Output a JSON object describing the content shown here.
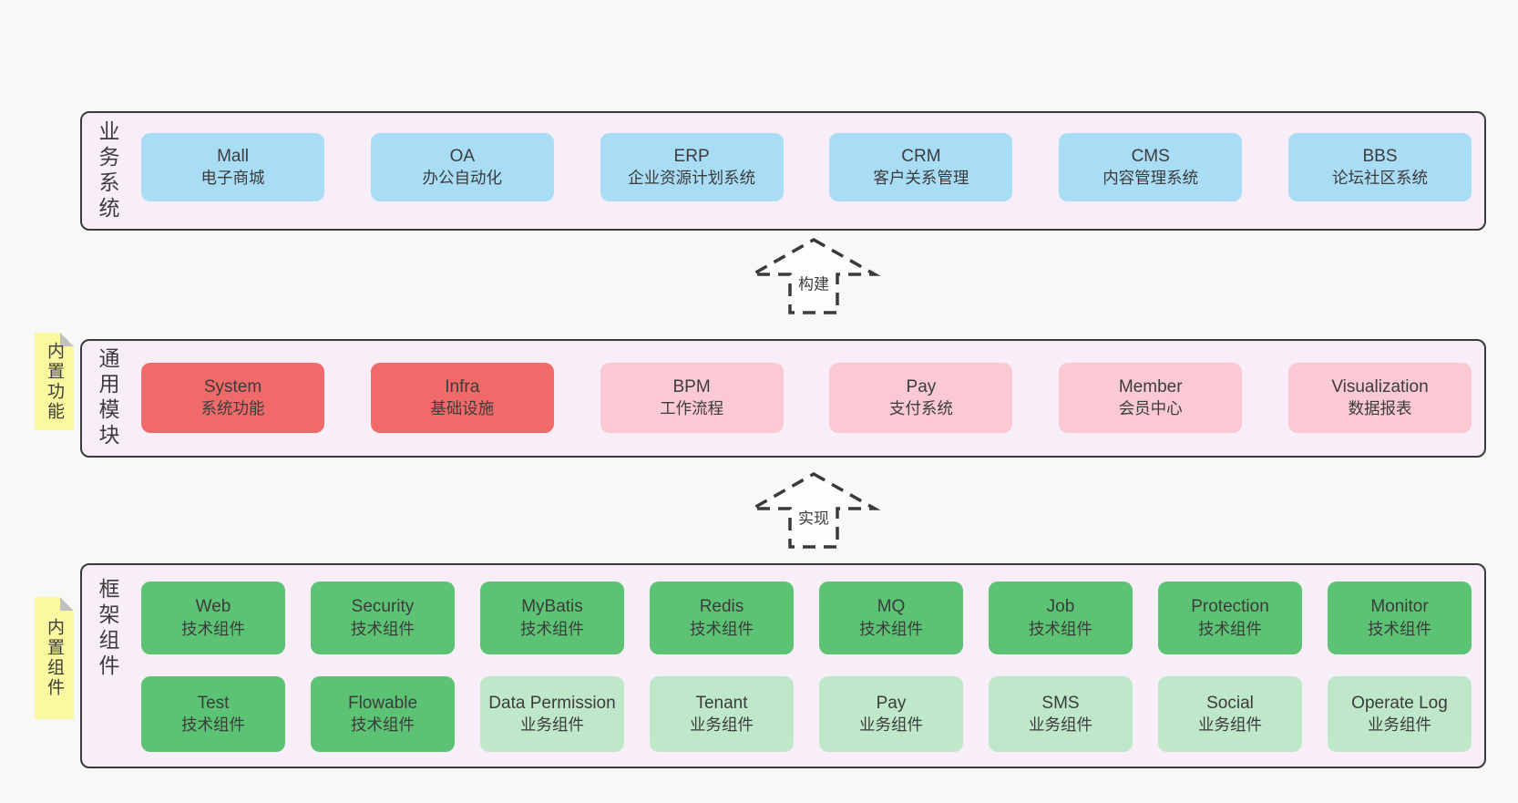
{
  "colors": {
    "page_background": "#f8f8f8",
    "panel_background": "#f8eef7",
    "panel_border": "#3a3a3a",
    "blue": "#a9dcf5",
    "red": "#f06a6a",
    "pink": "#fbc9d3",
    "green": "#5cc374",
    "lightgreen": "#bfe7c9",
    "note_background": "#fbf9a0",
    "note_fold": "#c2c2c2",
    "text": "#3c3c3c"
  },
  "arrows": [
    {
      "label": "构建"
    },
    {
      "label": "实现"
    }
  ],
  "sections": [
    {
      "id": "business",
      "label": "业务系统",
      "note": "",
      "rows": [
        {
          "boxes": [
            {
              "name": "Mall",
              "desc": "电子商城",
              "variant": "blue"
            },
            {
              "name": "OA",
              "desc": "办公自动化",
              "variant": "blue"
            },
            {
              "name": "ERP",
              "desc": "企业资源计划系统",
              "variant": "blue"
            },
            {
              "name": "CRM",
              "desc": "客户关系管理",
              "variant": "blue"
            },
            {
              "name": "CMS",
              "desc": "内容管理系统",
              "variant": "blue"
            },
            {
              "name": "BBS",
              "desc": "论坛社区系统",
              "variant": "blue"
            }
          ]
        }
      ]
    },
    {
      "id": "common",
      "label": "通用模块",
      "note": "内置功能",
      "rows": [
        {
          "boxes": [
            {
              "name": "System",
              "desc": "系统功能",
              "variant": "red"
            },
            {
              "name": "Infra",
              "desc": "基础设施",
              "variant": "red"
            },
            {
              "name": "BPM",
              "desc": "工作流程",
              "variant": "pink"
            },
            {
              "name": "Pay",
              "desc": "支付系统",
              "variant": "pink"
            },
            {
              "name": "Member",
              "desc": "会员中心",
              "variant": "pink"
            },
            {
              "name": "Visualization",
              "desc": "数据报表",
              "variant": "pink"
            }
          ]
        }
      ]
    },
    {
      "id": "framework",
      "label": "框架组件",
      "note": "内置组件",
      "rows": [
        {
          "boxes": [
            {
              "name": "Web",
              "desc": "技术组件",
              "variant": "green"
            },
            {
              "name": "Security",
              "desc": "技术组件",
              "variant": "green"
            },
            {
              "name": "MyBatis",
              "desc": "技术组件",
              "variant": "green"
            },
            {
              "name": "Redis",
              "desc": "技术组件",
              "variant": "green"
            },
            {
              "name": "MQ",
              "desc": "技术组件",
              "variant": "green"
            },
            {
              "name": "Job",
              "desc": "技术组件",
              "variant": "green"
            },
            {
              "name": "Protection",
              "desc": "技术组件",
              "variant": "green"
            },
            {
              "name": "Monitor",
              "desc": "技术组件",
              "variant": "green"
            }
          ]
        },
        {
          "boxes": [
            {
              "name": "Test",
              "desc": "技术组件",
              "variant": "green"
            },
            {
              "name": "Flowable",
              "desc": "技术组件",
              "variant": "green"
            },
            {
              "name": "Data Permission",
              "desc": "业务组件",
              "variant": "lightgreen"
            },
            {
              "name": "Tenant",
              "desc": "业务组件",
              "variant": "lightgreen"
            },
            {
              "name": "Pay",
              "desc": "业务组件",
              "variant": "lightgreen"
            },
            {
              "name": "SMS",
              "desc": "业务组件",
              "variant": "lightgreen"
            },
            {
              "name": "Social",
              "desc": "业务组件",
              "variant": "lightgreen"
            },
            {
              "name": "Operate Log",
              "desc": "业务组件",
              "variant": "lightgreen"
            }
          ]
        }
      ]
    }
  ]
}
